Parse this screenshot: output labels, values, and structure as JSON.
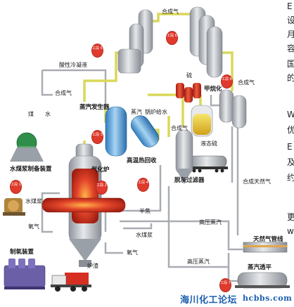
{
  "labels": {
    "syngas_top": "合成气",
    "acid_condensate": "酸性冷凝液",
    "syngas_mid_left": "合成气",
    "syngas_mid": "合成气",
    "syngas_right": "合成气",
    "sulfur": "硫",
    "methanation": "甲烷化",
    "liquid_sulfur": "液态硫",
    "coal": "煤",
    "water": "水",
    "steam_generator": "蒸汽发生器",
    "steam": "蒸汽",
    "boiler_feed_water": "锅炉给水",
    "slurry_prep": "水煤浆制备装置",
    "gasifier": "气化炉",
    "heat_recovery": "高温热回收",
    "ash_filter": "脱灰过滤器",
    "water_coal_slurry": "水煤浆",
    "oxygen": "氧气",
    "semi_coke": "半焦",
    "slurry2": "水煤浆",
    "oxygen2": "氧气",
    "air_sep": "制氧装置",
    "hp_steam1": "高压蒸汽",
    "hp_steam2": "高压蒸汽",
    "slag": "炉渣",
    "syn_natural_gas": "合成天然气",
    "ng_pipeline": "天然气管线",
    "steam_turbine": "蒸汽透平"
  },
  "badges": [
    "工段 5",
    "工段 6",
    "工段 8",
    "工段 3",
    "工段 1",
    "工段 2",
    "工段 4",
    "工段 7"
  ],
  "side_text": [
    "E",
    "设",
    "月",
    "容",
    "国",
    "的",
    "W",
    "优",
    "E",
    "及",
    "约",
    "更",
    "w"
  ],
  "watermark": {
    "cn": "海川化工论坛",
    "url": "hcbbs.com"
  },
  "colors": {
    "pipe_yellow": "#d9d85a",
    "pipe_gray": "#a9adb3",
    "vessel_gray": "#b9bcc2",
    "vessel_blue": "#5aa6dc",
    "badge_red": "#e03a2c",
    "flame": "#e2452a"
  }
}
